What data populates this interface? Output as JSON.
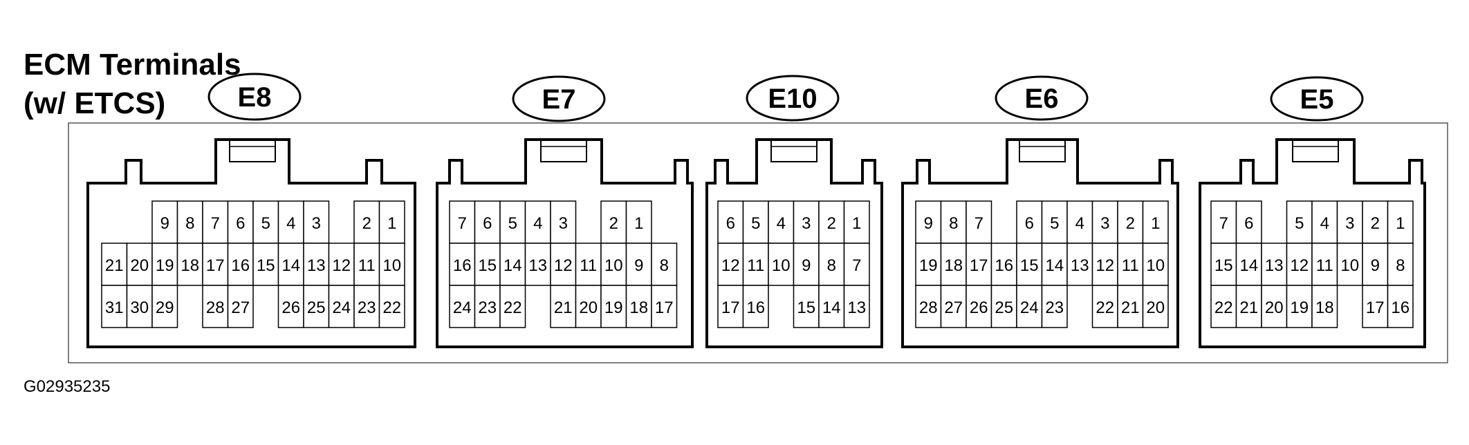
{
  "title": [
    "ECM Terminals",
    "(w/ ETCS)"
  ],
  "figure_id": "G02935235",
  "connectors": [
    {
      "name": "E8",
      "rows": [
        [
          "",
          "9",
          "8",
          "7",
          "6",
          "5",
          "4",
          "3",
          "",
          "2",
          "1"
        ],
        [
          "21",
          "20",
          "19",
          "18",
          "17",
          "16",
          "15",
          "14",
          "13",
          "12",
          "11",
          "10"
        ],
        [
          "31",
          "30",
          "29",
          "",
          "28",
          "27",
          "",
          "26",
          "25",
          "24",
          "23",
          "22"
        ]
      ]
    },
    {
      "name": "E7",
      "rows": [
        [
          "7",
          "6",
          "5",
          "4",
          "3",
          "",
          "2",
          "1"
        ],
        [
          "16",
          "15",
          "14",
          "13",
          "12",
          "11",
          "10",
          "9",
          "8"
        ],
        [
          "24",
          "23",
          "22",
          "",
          "21",
          "20",
          "19",
          "18",
          "17"
        ]
      ]
    },
    {
      "name": "E10",
      "rows": [
        [
          "6",
          "5",
          "4",
          "3",
          "2",
          "1"
        ],
        [
          "12",
          "11",
          "10",
          "9",
          "8",
          "7"
        ],
        [
          "17",
          "16",
          "",
          "15",
          "14",
          "13"
        ]
      ]
    },
    {
      "name": "E6",
      "rows": [
        [
          "9",
          "8",
          "7",
          "",
          "6",
          "5",
          "4",
          "3",
          "2",
          "1"
        ],
        [
          "19",
          "18",
          "17",
          "16",
          "15",
          "14",
          "13",
          "12",
          "11",
          "10"
        ],
        [
          "28",
          "27",
          "26",
          "25",
          "24",
          "23",
          "",
          "22",
          "21",
          "20"
        ]
      ]
    },
    {
      "name": "E5",
      "rows": [
        [
          "7",
          "6",
          "",
          "5",
          "4",
          "3",
          "2",
          "1"
        ],
        [
          "15",
          "14",
          "13",
          "12",
          "11",
          "10",
          "9",
          "8"
        ],
        [
          "22",
          "21",
          "20",
          "19",
          "18",
          "",
          "17",
          "16"
        ]
      ]
    }
  ]
}
